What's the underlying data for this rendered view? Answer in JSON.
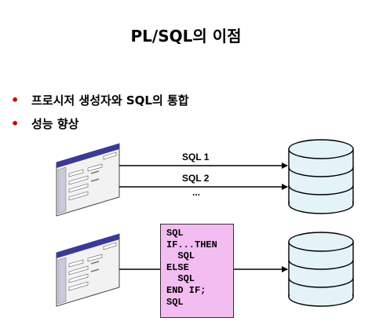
{
  "slide": {
    "title": "PL/SQL의 이점",
    "bullets": [
      {
        "text": "프로시저 생성자와 SQL의 통합"
      },
      {
        "text": "성능 향상"
      }
    ]
  },
  "diagram": {
    "top_arrows": [
      "SQL 1",
      "SQL 2",
      "..."
    ],
    "code_block": [
      "SQL",
      "IF...THEN",
      "  SQL",
      "ELSE",
      "  SQL",
      "END IF;",
      "SQL"
    ]
  },
  "colors": {
    "bullet": "#cc0000",
    "code_bg": "#f4bdf2",
    "db_fill": "#e4f3f7"
  }
}
